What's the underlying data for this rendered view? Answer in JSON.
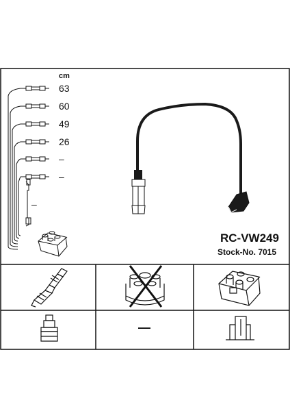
{
  "part": {
    "model": "RC-VW249",
    "stock": "Stock-No. 7015"
  },
  "lengths": {
    "unit": "cm",
    "values": [
      "63",
      "60",
      "49",
      "26",
      "–",
      "–"
    ],
    "side_mark": "–"
  },
  "cells": {
    "bottom_middle_mark": "—"
  },
  "colors": {
    "line": "#111111",
    "cable": "#1a1a1a",
    "background": "#ffffff"
  }
}
